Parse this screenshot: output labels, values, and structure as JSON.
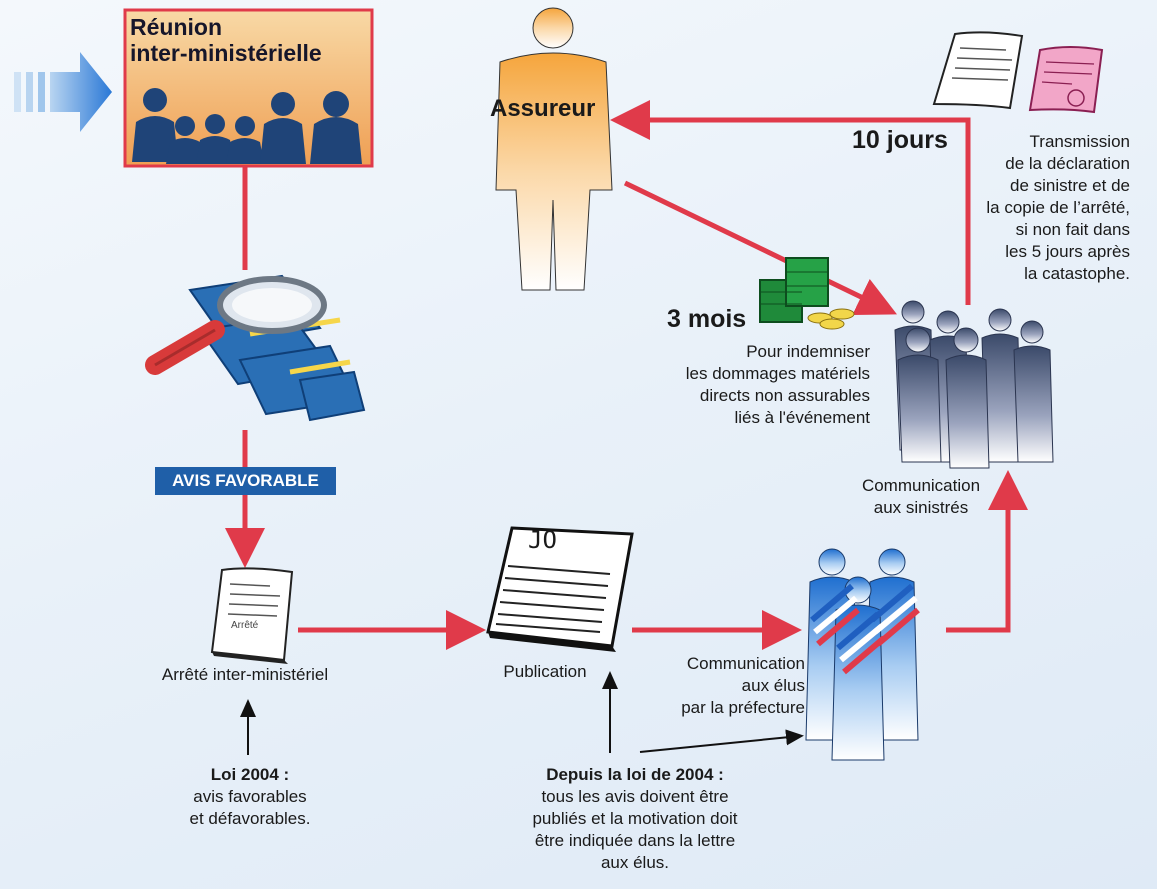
{
  "reunion": {
    "line1": "Réunion",
    "line2": "inter-ministérielle"
  },
  "assureur": "Assureur",
  "avis_favorable": "AVIS FAVORABLE",
  "arrete_doc_label": "Arrêté",
  "arrete_caption": "Arrêté inter-ministériel",
  "jo_label": "JO",
  "publication_caption": "Publication",
  "communication_elus": [
    "Communication",
    "aux élus",
    "par la préfecture"
  ],
  "communication_sinistres": [
    "Communication",
    "aux sinistrés"
  ],
  "dix_jours": "10 jours",
  "transmission": [
    "Transmission",
    "de la déclaration",
    "de sinistre et de",
    "la copie de l’arrêté,",
    "si non fait dans",
    "les 5 jours après",
    "la catastophe."
  ],
  "trois_mois": "3 mois",
  "indemniser": [
    "Pour indemniser",
    "les dommages matériels",
    "directs non assurables",
    "liés à l'événement"
  ],
  "loi_2004": {
    "title": "Loi 2004 :",
    "lines": [
      "avis favorables",
      "et défavorables."
    ]
  },
  "depuis_2004": {
    "title": "Depuis la loi de 2004 :",
    "lines": [
      "tous les avis doivent être",
      "publiés et la motivation doit",
      "être indiquée dans la lettre",
      "aux élus."
    ]
  },
  "colors": {
    "arrow_red": "#e03a4a",
    "badge_blue": "#1f5fa8",
    "reunion_bg": "#f3c488",
    "folder_blue": "#2a6fb5",
    "silhouette_blue": "#1f4478"
  }
}
